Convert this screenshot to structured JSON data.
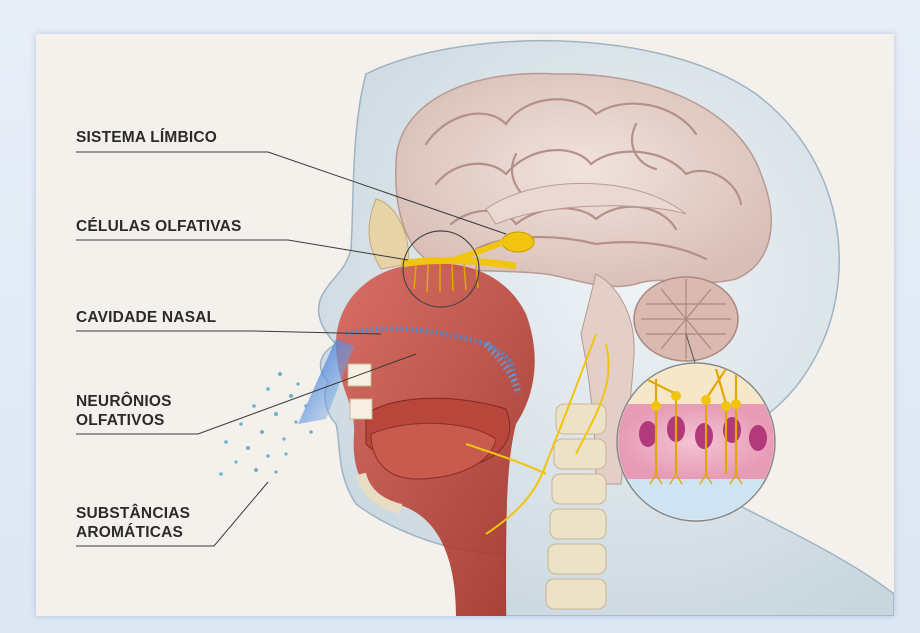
{
  "labels": {
    "sistema_limbico": "SISTEMA LÍMBICO",
    "celulas_olfativas": "CÉLULAS OLFATIVAS",
    "cavidade_nasal": "CAVIDADE NASAL",
    "neuronios_olfativos": [
      "NEURÔNIOS",
      "OLFATIVOS"
    ],
    "substancias_aromaticas": [
      "SUBSTÂNCIAS",
      "AROMÁTICAS"
    ]
  },
  "colors": {
    "background": "#f4f1ec",
    "brain": "#e8d6d0",
    "skin": "#dfe6ea",
    "tissue_red": "#c24a3d",
    "nerve_yellow": "#f1c40f",
    "aroma_blue": "#2f6fd0",
    "leader_line": "#3a3a3a"
  }
}
